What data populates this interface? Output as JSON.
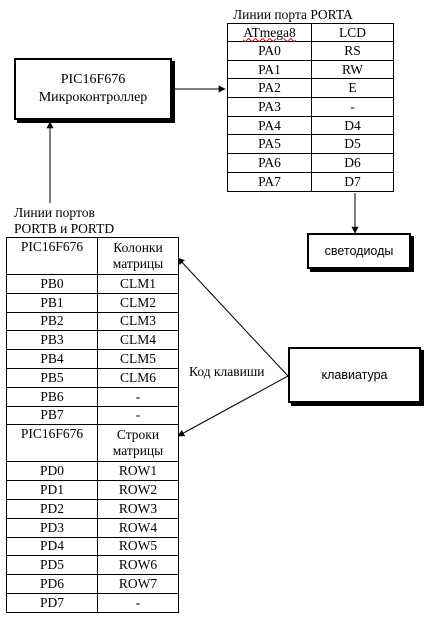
{
  "porta": {
    "caption": "Линии порта PORTA",
    "headers": [
      "ATmega8",
      "LCD"
    ],
    "rows": [
      [
        "PA0",
        "RS"
      ],
      [
        "PA1",
        "RW"
      ],
      [
        "PA2",
        "E"
      ],
      [
        "PA3",
        "-"
      ],
      [
        "PA4",
        "D4"
      ],
      [
        "PA5",
        "D5"
      ],
      [
        "PA6",
        "D6"
      ],
      [
        "PA7",
        "D7"
      ]
    ]
  },
  "mcu_box": {
    "line1": "PIC16F676",
    "line2": "Микроконтроллер"
  },
  "leds_box": {
    "label": "светодиоды"
  },
  "keyboard_box": {
    "label": "клавиатура"
  },
  "key_code_label": "Код клавиши",
  "portb_portd": {
    "caption_line1": "Линии портов",
    "caption_line2": "PORTB и PORTD",
    "portb_headers": [
      "PIC16F676",
      "Колонки матрицы"
    ],
    "portb_rows": [
      [
        "PB0",
        "CLM1"
      ],
      [
        "PB1",
        "CLM2"
      ],
      [
        "PB2",
        "CLM3"
      ],
      [
        "PB3",
        "CLM4"
      ],
      [
        "PB4",
        "CLM5"
      ],
      [
        "PB5",
        "CLM6"
      ],
      [
        "PB6",
        "-"
      ],
      [
        "PB7",
        "-"
      ]
    ],
    "portd_headers": [
      "PIC16F676",
      "Строки матрицы"
    ],
    "portd_rows": [
      [
        "PD0",
        "ROW1"
      ],
      [
        "PD1",
        "ROW2"
      ],
      [
        "PD2",
        "ROW3"
      ],
      [
        "PD3",
        "ROW4"
      ],
      [
        "PD4",
        "ROW5"
      ],
      [
        "PD5",
        "ROW6"
      ],
      [
        "PD6",
        "ROW7"
      ],
      [
        "PD7",
        "-"
      ]
    ]
  }
}
